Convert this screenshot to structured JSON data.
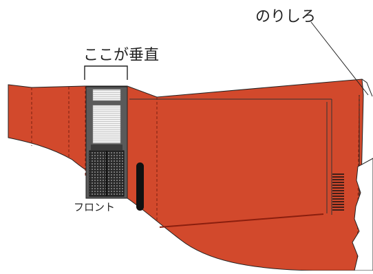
{
  "labels": {
    "glue_flap": "のりしろ",
    "vertical_here": "ここが垂直",
    "front": "フロント"
  },
  "colors": {
    "body": "#d2492c",
    "window_panel": "#5a5a5a",
    "glass": "#efefef",
    "grille": "#1a1a1a",
    "outline": "#222222"
  },
  "icons": [
    "bracket-icon",
    "grille-icon",
    "vent-icon"
  ]
}
